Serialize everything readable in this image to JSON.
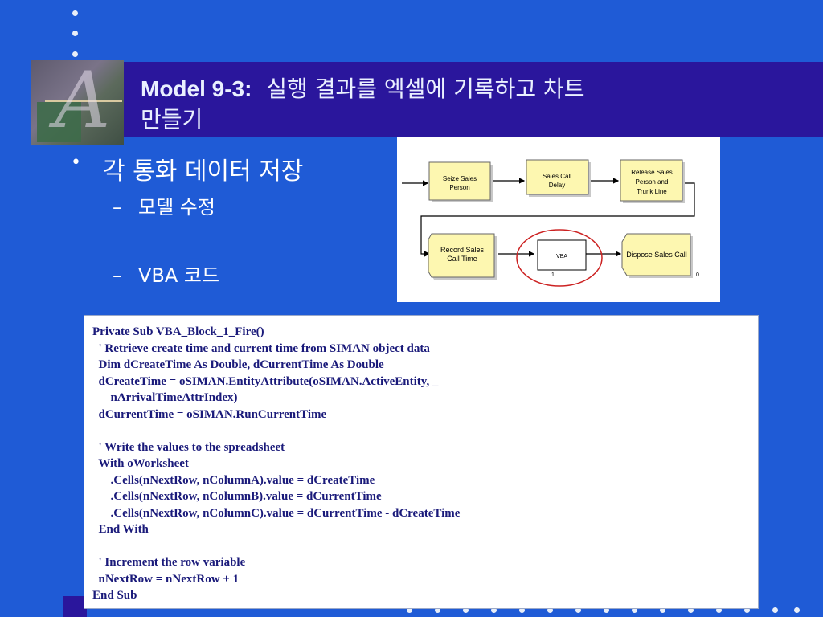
{
  "title": {
    "model": "Model 9-3:",
    "korean_line1": "실행 결과를 엑셀에 기록하고 차트",
    "korean_line2": "만들기"
  },
  "bullets": {
    "main": "각 통화 데이터 저장",
    "sub1": "모델 수정",
    "sub2": "VBA 코드"
  },
  "diagram": {
    "blocks": [
      {
        "lines": [
          "Seize Sales",
          "Person"
        ]
      },
      {
        "lines": [
          "Sales Call",
          "Delay"
        ]
      },
      {
        "lines": [
          "Release Sales",
          "Person and",
          "Trunk Line"
        ]
      },
      {
        "lines": [
          "Record Sales",
          "Call Time"
        ]
      },
      {
        "lines": [
          "VBA"
        ],
        "id_label": "1"
      },
      {
        "lines": [
          "Dispose Sales Call"
        ],
        "end_label": "0"
      }
    ],
    "highlight_color": "#cc2222",
    "block_fill": "#fdf7b0"
  },
  "code": [
    "Private Sub VBA_Block_1_Fire()",
    "  ' Retrieve create time and current time from SIMAN object data",
    "  Dim dCreateTime As Double, dCurrentTime As Double",
    "  dCreateTime = oSIMAN.EntityAttribute(oSIMAN.ActiveEntity, _",
    "      nArrivalTimeAttrIndex)",
    "  dCurrentTime = oSIMAN.RunCurrentTime",
    "",
    "  ' Write the values to the spreadsheet",
    "  With oWorksheet",
    "      .Cells(nNextRow, nColumnA).value = dCreateTime",
    "      .Cells(nNextRow, nColumnB).value = dCurrentTime",
    "      .Cells(nNextRow, nColumnC).value = dCurrentTime - dCreateTime",
    "  End With",
    "",
    "  ' Increment the row variable",
    "  nNextRow = nNextRow + 1",
    "End Sub"
  ],
  "colors": {
    "background": "#1f5bd6",
    "title_bar": "#2a169c",
    "code_text": "#1a1a7a"
  }
}
